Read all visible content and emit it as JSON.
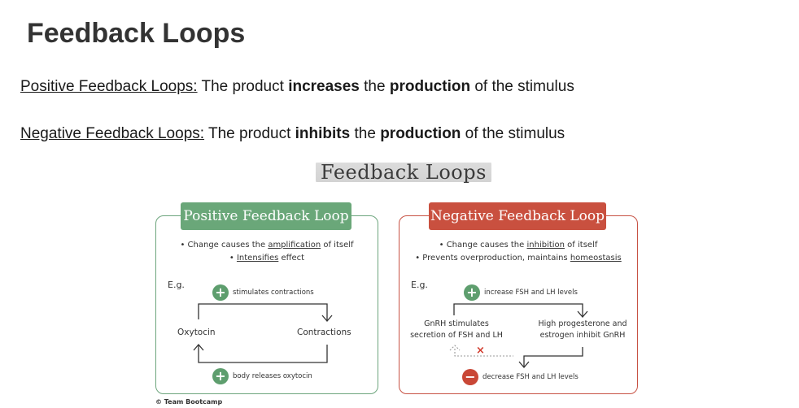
{
  "page": {
    "title": "Feedback Loops",
    "positive_def": {
      "term": "Positive Feedback Loops:",
      "t1": " The product ",
      "b1": "increases",
      "t2": " the ",
      "b2": "production",
      "t3": " of the stimulus"
    },
    "negative_def": {
      "term": "Negative Feedback Loops:",
      "t1": " The product ",
      "b1": "inhibits",
      "t2": " the ",
      "b2": "production",
      "t3": " of the stimulus"
    }
  },
  "diagram": {
    "title": "Feedback Loops",
    "copyright": "© Team Bootcamp",
    "positive": {
      "header": "Positive Feedback Loop",
      "b1_pre": "• Change causes the ",
      "b1_u": "amplification",
      "b1_post": " of itself",
      "b2_pre": "• ",
      "b2_u": "Intensifies",
      "b2_post": " effect",
      "eg": "E.g.",
      "top_badge": "+",
      "top_label": "stimulates contractions",
      "left_node": "Oxytocin",
      "right_node": "Contractions",
      "bottom_badge": "+",
      "bottom_label": "body releases oxytocin"
    },
    "negative": {
      "header": "Negative Feedback Loop",
      "b1_pre": "• Change causes the ",
      "b1_u": "inhibition",
      "b1_post": " of itself",
      "b2_pre": "• Prevents overproduction, maintains ",
      "b2_u": "homeostasis",
      "b2_post": "",
      "eg": "E.g.",
      "top_badge": "+",
      "top_label": "increase FSH and LH levels",
      "left_node_1": "GnRH stimulates",
      "left_node_2": "secretion of FSH and LH",
      "right_node_1": "High progesterone and",
      "right_node_2": "estrogen inhibit GnRH",
      "cross": "×",
      "bottom_badge": "−",
      "bottom_label": "decrease FSH and LH levels"
    }
  },
  "colors": {
    "positive": "#6aa779",
    "negative": "#c9503f"
  }
}
